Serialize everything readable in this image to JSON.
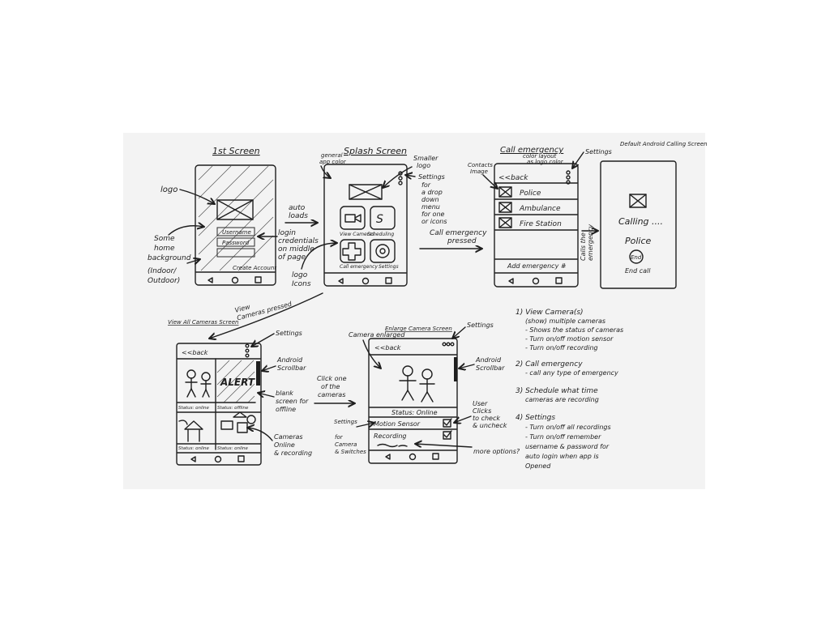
{
  "screens": {
    "first": {
      "title": "1st Screen",
      "username": "Username",
      "password": "Password",
      "create": "Create Account"
    },
    "splash": {
      "title": "Splash Screen",
      "view_cameras": "View Cameras",
      "scheduling": "Scheduling",
      "call_emergency": "Call emergency",
      "settings": "Settings",
      "settings_icon_letter": "S"
    },
    "call": {
      "title": "Call emergency",
      "back": "<<back",
      "options": [
        "Police",
        "Ambulance",
        "Fire Station"
      ],
      "add": "Add emergency #"
    },
    "calling": {
      "title": "Default Android Calling Screen",
      "calling": "Calling ....",
      "who": "Police",
      "end_button": "End",
      "end_label": "End call"
    },
    "view_all": {
      "title": "View All Cameras Screen",
      "back": "<<back",
      "alert": "ALERT",
      "status1": "Status: online",
      "status2": "Status: offline",
      "status3": "Status: online",
      "status4": "Status: online"
    },
    "enlarge": {
      "title": "Enlarge Camera Screen",
      "back": "<<back",
      "status": "Status: Online",
      "motion": "Motion Sensor",
      "recording": "Recording"
    }
  },
  "annotations": {
    "logo": "logo",
    "background": [
      "Some",
      "home",
      "background",
      "(Indoor/",
      "Outdoor)"
    ],
    "auto_loads": [
      "auto",
      "loads"
    ],
    "login": [
      "login",
      "credentials",
      "on middle",
      "of page"
    ],
    "general_app_color": [
      "general",
      "app color"
    ],
    "smaller_logo": [
      "Smaller",
      "logo"
    ],
    "settings_dropdown": [
      "Settings",
      "for",
      "a drop",
      "down",
      "menu",
      "for one",
      "or icons"
    ],
    "logo_icons": [
      "logo",
      "Icons"
    ],
    "call_emergency_pressed": [
      "Call emergency",
      "pressed"
    ],
    "view_cameras_pressed": [
      "View",
      "Cameras pressed"
    ],
    "contacts_image": [
      "Contacts",
      "Image"
    ],
    "color_layout": [
      "color layout",
      "as logo color"
    ],
    "settings_call": "Settings",
    "calls_emergency": [
      "Calls the",
      "emergency"
    ],
    "settings_view": "Settings",
    "android_scrollbar": [
      "Android",
      "Scrollbar"
    ],
    "blank_screen": [
      "blank",
      "screen for",
      "offline"
    ],
    "cameras_online": [
      "Cameras",
      "Online",
      "& recording"
    ],
    "click_one": [
      "Click one",
      "of the",
      "cameras"
    ],
    "camera_enlarged": "Camera enlarged",
    "settings_enlarge": "Settings",
    "android_scrollbar2": [
      "Android",
      "Scrollbar"
    ],
    "user_clicks": [
      "User",
      "Clicks",
      "to check",
      "& uncheck"
    ],
    "settings_for_camera": [
      "Settings",
      "for",
      "Camera",
      "& Switches"
    ],
    "more_options": "more options?"
  },
  "notes": [
    "1) View Camera(s)",
    "(show) multiple cameras",
    "- Shows the status of cameras",
    "- Turn on/off motion sensor",
    "- Turn on/off recording",
    "2) Call emergency",
    "- call any type of emergency",
    "3) Schedule what time",
    "cameras are recording",
    "4) Settings",
    "- Turn on/off all recordings",
    "- Turn on/off remember",
    "username & password for",
    "auto login when app is",
    "Opened"
  ]
}
